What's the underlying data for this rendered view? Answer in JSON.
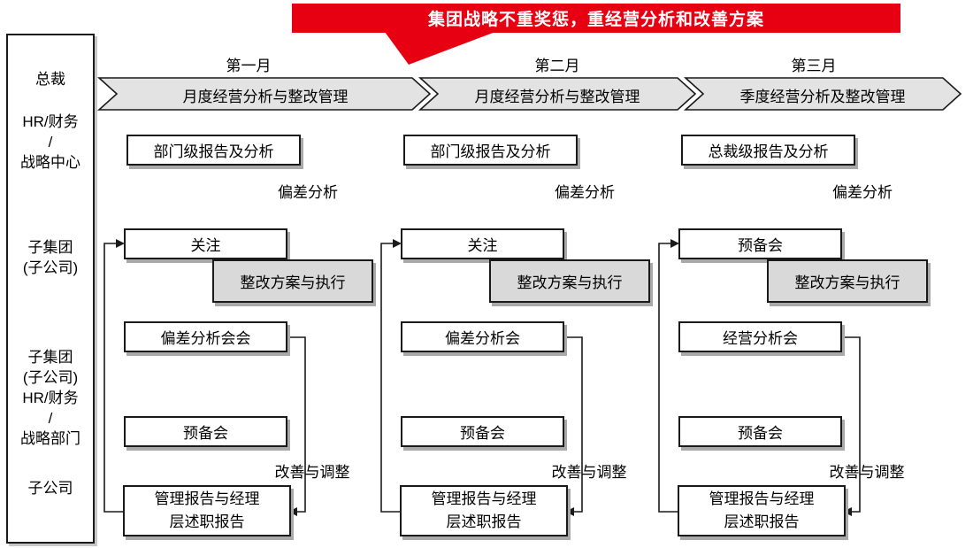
{
  "banner": {
    "text": "集团战略不重奖惩，重经营分析和改善方案",
    "color": "#e60012"
  },
  "sidebar": {
    "groups": [
      {
        "lines": [
          "总裁"
        ]
      },
      {
        "lines": [
          "HR/财务",
          "/",
          "战略中心"
        ]
      },
      {
        "lines": [
          "子集团",
          "(子公司)"
        ]
      },
      {
        "lines": [
          "子集团",
          "(子公司)",
          "HR/财务",
          "/",
          "战略部门"
        ]
      },
      {
        "lines": [
          "子公司"
        ]
      }
    ]
  },
  "timeline": {
    "band_color": "#e3e3e3",
    "months": [
      "第一月",
      "第二月",
      "第三月"
    ],
    "phases": [
      "月度经营分析与整改管理",
      "月度经营分析与整改管理",
      "季度经营分析及整改管理"
    ]
  },
  "columns": [
    {
      "month": "第一月",
      "phase": "月度经营分析与整改管理",
      "report": "部门级报告及分析",
      "deviation_label": "偏差分析",
      "focus": "关注",
      "action": "整改方案与执行",
      "meeting": "偏差分析会会",
      "prep": "预备会",
      "adjust_label": "改善与调整",
      "bottom_lines": [
        "管理报告与经理",
        "层述职报告"
      ]
    },
    {
      "month": "第二月",
      "phase": "月度经营分析与整改管理",
      "report": "部门级报告及分析",
      "deviation_label": "偏差分析",
      "focus": "关注",
      "action": "整改方案与执行",
      "meeting": "偏差分析会",
      "prep": "预备会",
      "adjust_label": "改善与调整",
      "bottom_lines": [
        "管理报告与经理",
        "层述职报告"
      ]
    },
    {
      "month": "第三月",
      "phase": "季度经营分析及整改管理",
      "report": "总裁级报告及分析",
      "deviation_label": "偏差分析",
      "focus": "预备会",
      "action": "整改方案与执行",
      "meeting": "经营分析会",
      "prep": "预备会",
      "adjust_label": "改善与调整",
      "bottom_lines": [
        "管理报告与经理",
        "层述职报告"
      ]
    }
  ],
  "colors": {
    "action_box_fill": "#d9d9d9",
    "box_border": "#1a1a1a",
    "shadow": "#a9a9a9"
  }
}
